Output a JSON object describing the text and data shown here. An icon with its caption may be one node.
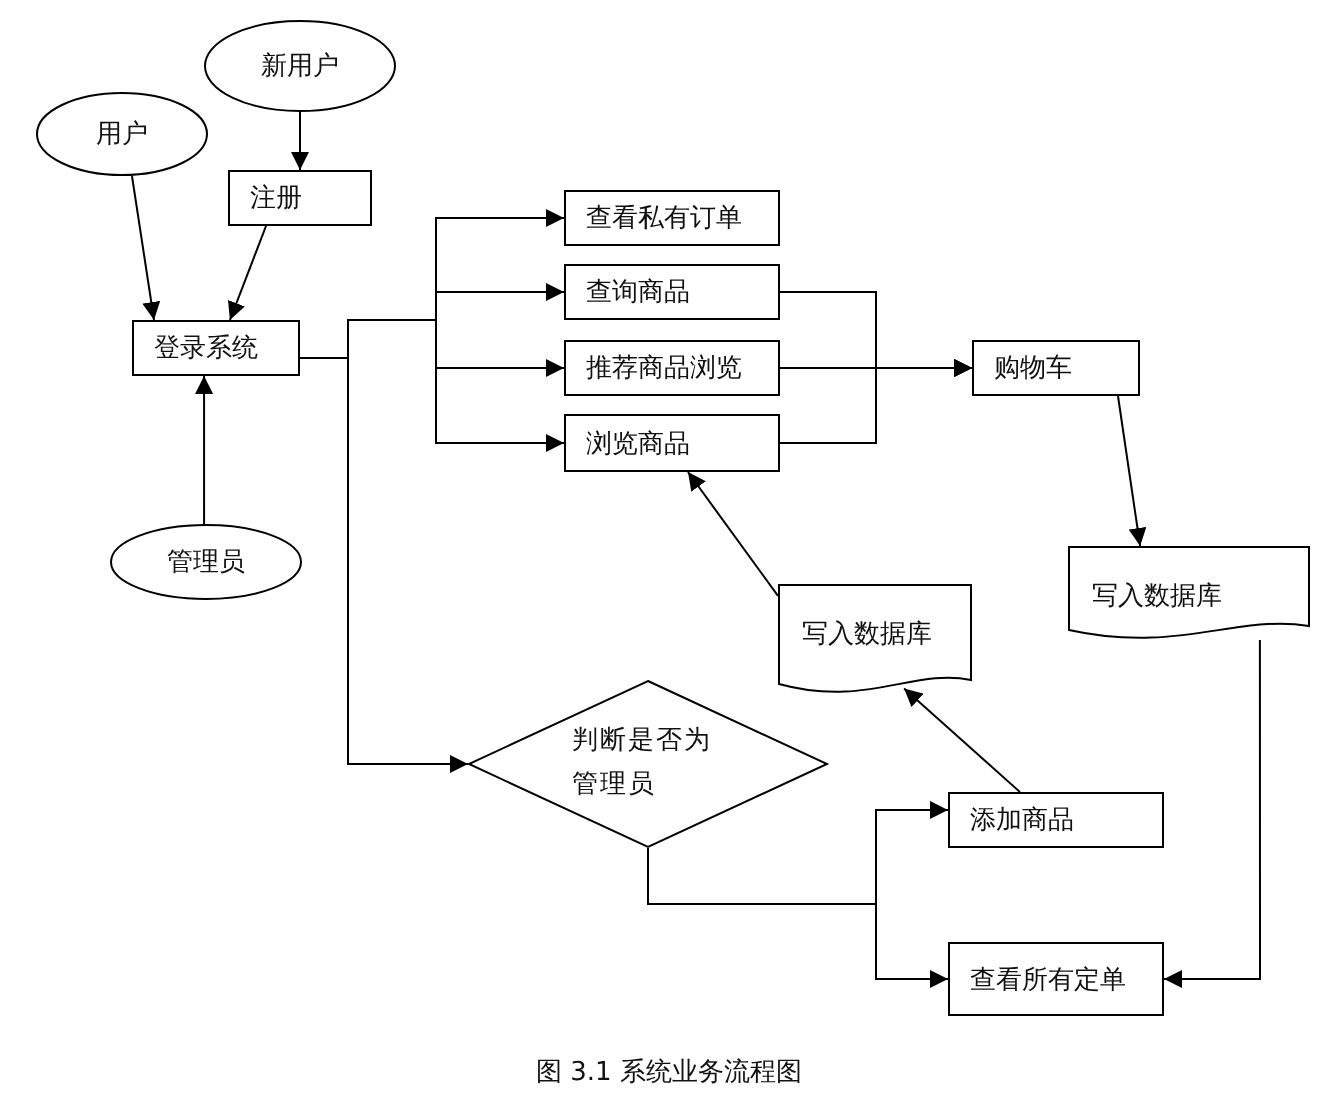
{
  "diagram": {
    "caption": "图 3.1 系统业务流程图",
    "nodes": [
      {
        "text": [
          "新用户"
        ]
      },
      {
        "text": [
          "用户"
        ]
      },
      {
        "text": [
          "注册"
        ]
      },
      {
        "text": [
          "登录系统"
        ]
      },
      {
        "text": [
          "管理员"
        ]
      },
      {
        "text": [
          "查看私有订单"
        ]
      },
      {
        "text": [
          "查询商品"
        ]
      },
      {
        "text": [
          "推荐商品浏览"
        ]
      },
      {
        "text": [
          "浏览商品"
        ]
      },
      {
        "text": [
          "购物车"
        ]
      },
      {
        "text": [
          "写入数据库"
        ]
      },
      {
        "text": [
          "写入数据库"
        ]
      },
      {
        "text": [
          "判断是否为管理员"
        ]
      },
      {
        "text": [
          "添加商品"
        ]
      },
      {
        "text": [
          "查看所有定单"
        ]
      }
    ],
    "edges": [
      {
        "from": 0,
        "to": 2,
        "arrow": "to"
      },
      {
        "from": 1,
        "to": 3,
        "arrow": "to"
      },
      {
        "from": 2,
        "to": 3,
        "arrow": "to"
      },
      {
        "from": 4,
        "to": 3,
        "arrow": "to"
      },
      {
        "from": 3,
        "to": 5,
        "arrow": "to"
      },
      {
        "from": 3,
        "to": 6,
        "arrow": "to"
      },
      {
        "from": 3,
        "to": 7,
        "arrow": "to"
      },
      {
        "from": 3,
        "to": 8,
        "arrow": "to"
      },
      {
        "from": 3,
        "to": 12,
        "arrow": "to"
      },
      {
        "from": 6,
        "to": 9,
        "arrow": "to"
      },
      {
        "from": 7,
        "to": 9,
        "arrow": "to"
      },
      {
        "from": 8,
        "to": 9,
        "arrow": "to"
      },
      {
        "from": 9,
        "to": 11,
        "arrow": "to"
      },
      {
        "from": 10,
        "to": 8,
        "arrow": "to"
      },
      {
        "from": 12,
        "to": 13,
        "arrow": "to"
      },
      {
        "from": 12,
        "to": 14,
        "arrow": "to"
      },
      {
        "from": 13,
        "to": 10,
        "arrow": "to"
      },
      {
        "from": 11,
        "to": 14,
        "arrow": "to"
      }
    ]
  }
}
